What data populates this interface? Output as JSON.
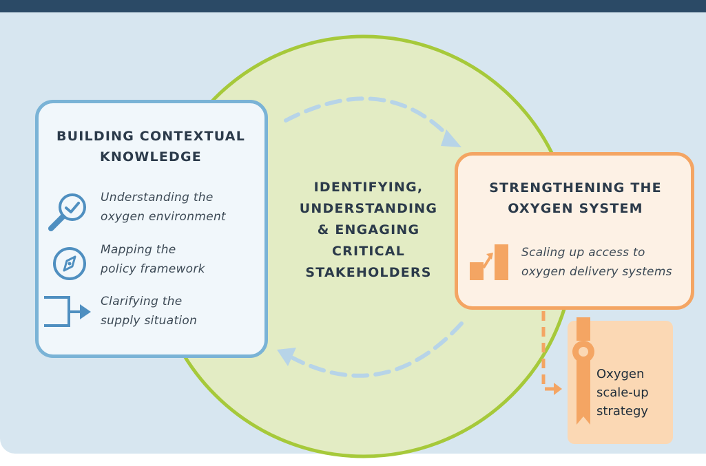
{
  "colors": {
    "top_bar": "#2b4a66",
    "panel_background": "#d7e6f0",
    "center_circle_fill": "#e3ecc4",
    "center_circle_outline": "#a6c93a",
    "left_box_border": "#7ab3d6",
    "right_box_border": "#f4a563",
    "arrow_dashes": "#b7d4e8",
    "orange_accent": "#f4a563"
  },
  "left_box": {
    "heading_line1": "BUILDING CONTEXTUAL",
    "heading_line2": "KNOWLEDGE",
    "items": [
      {
        "icon": "magnifier-check-icon",
        "line1": "Understanding the",
        "line2": "oxygen environment"
      },
      {
        "icon": "compass-icon",
        "line1": "Mapping the",
        "line2": "policy framework"
      },
      {
        "icon": "supply-arrow-icon",
        "line1": "Clarifying the",
        "line2": "supply situation"
      }
    ]
  },
  "center": {
    "line1": "IDENTIFYING,",
    "line2": "UNDERSTANDING",
    "line3": "& ENGAGING",
    "line4": "CRITICAL",
    "line5": "STAKEHOLDERS"
  },
  "right_box": {
    "heading_line1": "STRENGTHENING THE",
    "heading_line2": "OXYGEN SYSTEM",
    "item": {
      "icon": "scale-up-icon",
      "line1": "Scaling up access to",
      "line2": "oxygen delivery systems"
    }
  },
  "strategy": {
    "icon": "award-ribbon-icon",
    "line1": "Oxygen",
    "line2": "scale-up",
    "line3": "strategy"
  }
}
